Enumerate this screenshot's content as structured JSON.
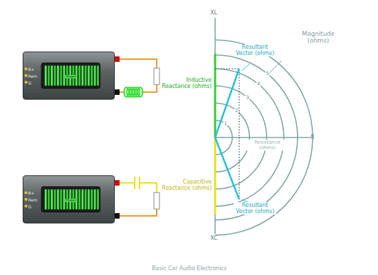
{
  "diagram": {
    "caption": "Basic Car Audio Electronics",
    "nodes": [
      {
        "text": [
          "B+",
          "Rem",
          "G",
          "Power"
        ]
      },
      {
        "text": [
          "B+",
          "Rem",
          "G",
          "Power"
        ]
      }
    ],
    "labels": [
      "XL",
      "Magnitude (ohms)",
      "Resultant Vector (ohms)",
      "Inductive Reactance (ohms)",
      "5",
      "4",
      "3",
      "2",
      "1",
      "Resistance (ohms)",
      "R",
      "Capacitive Reactance (ohms)",
      "Resultant Vector (ohms)",
      "XC"
    ]
  }
}
